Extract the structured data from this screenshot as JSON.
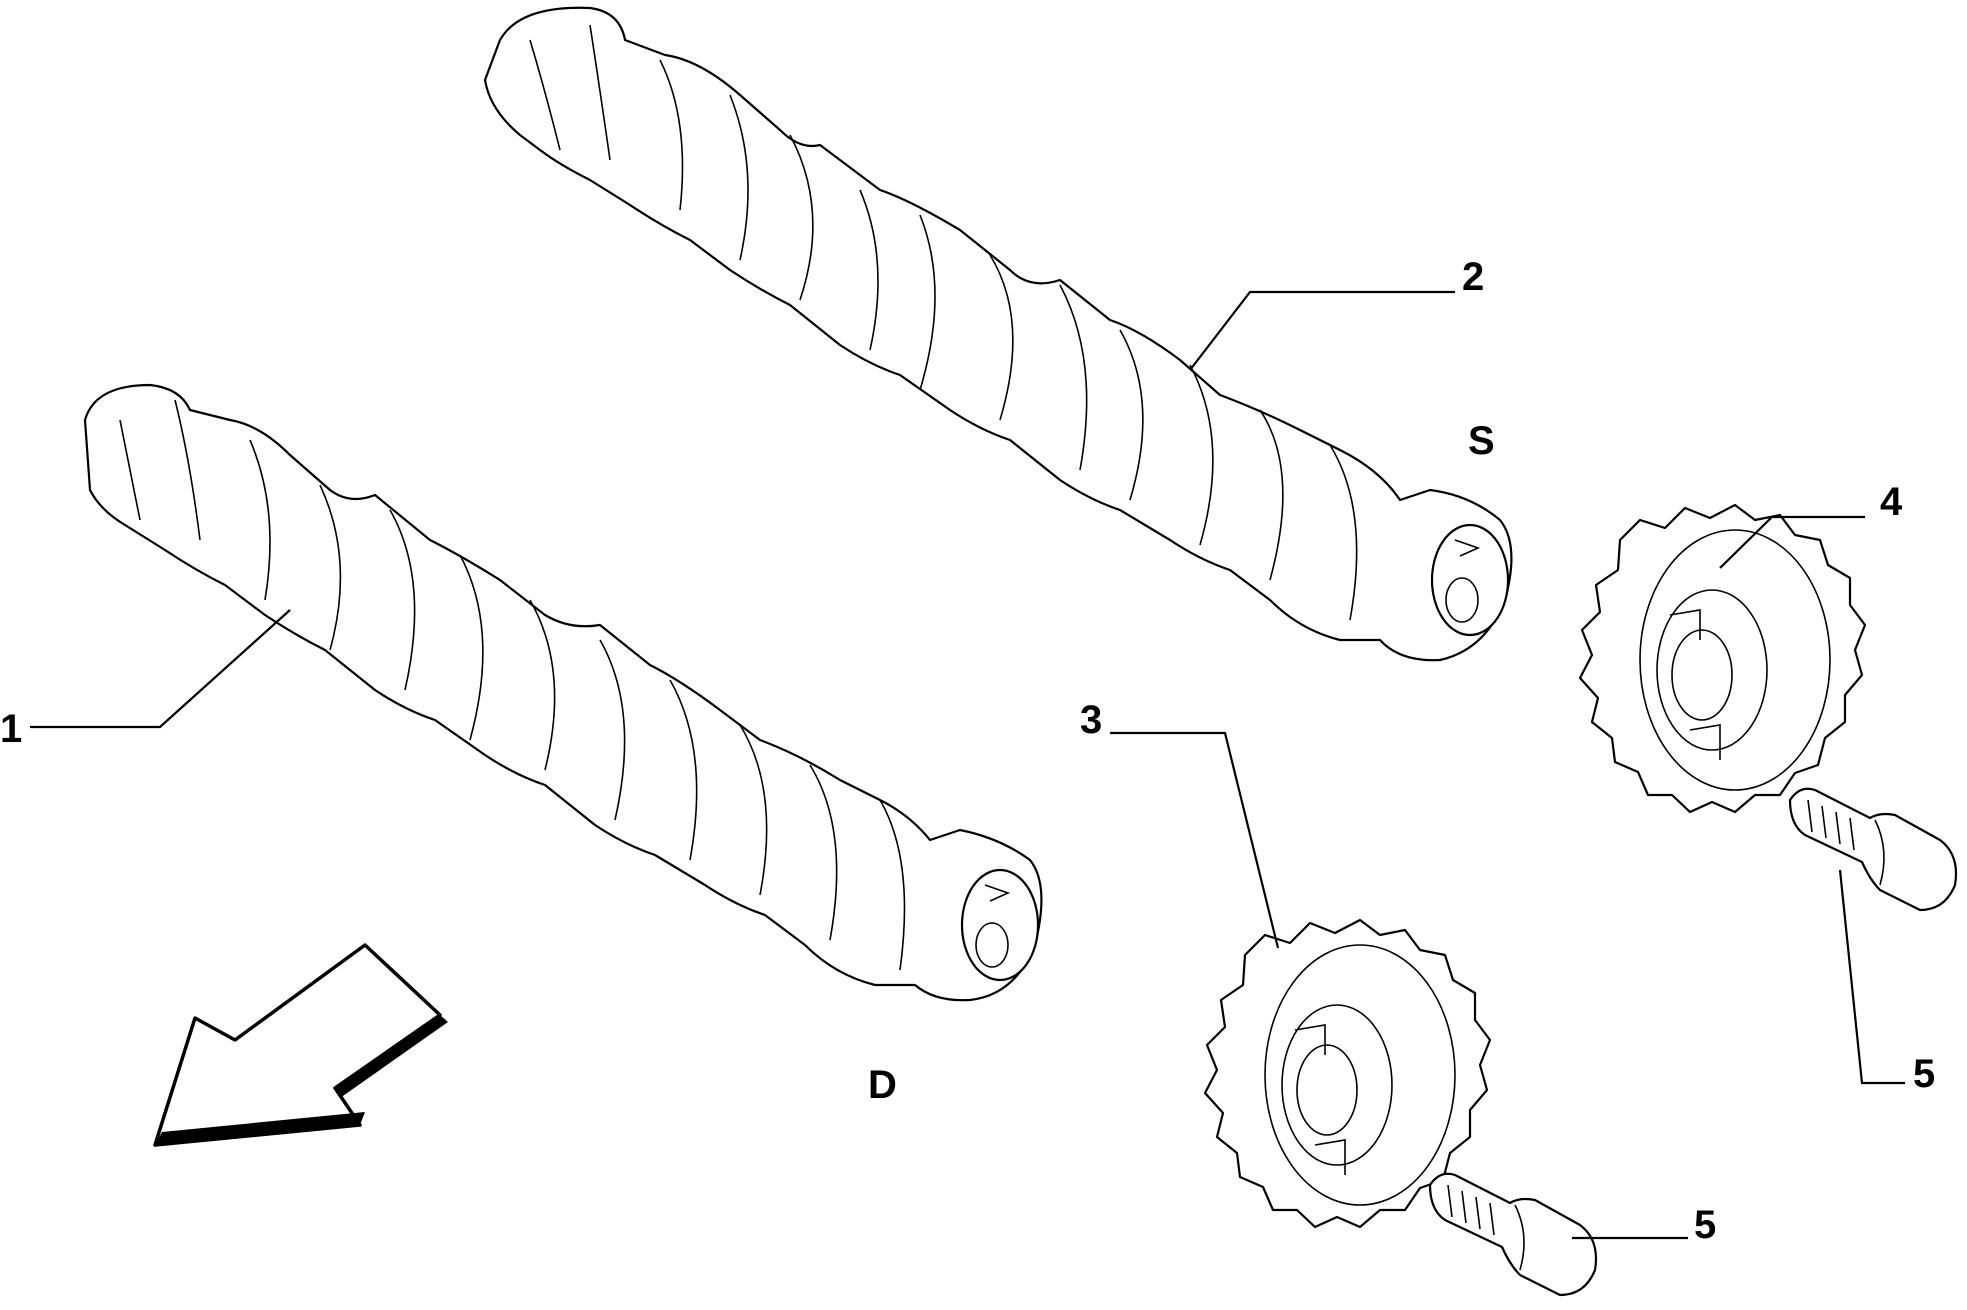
{
  "callouts": [
    {
      "id": "1",
      "label": "1"
    },
    {
      "id": "2",
      "label": "2"
    },
    {
      "id": "3",
      "label": "3"
    },
    {
      "id": "4",
      "label": "4"
    },
    {
      "id": "5a",
      "label": "5"
    },
    {
      "id": "5b",
      "label": "5"
    }
  ],
  "side_labels": {
    "exhaust": "S",
    "intake": "D"
  },
  "parts": [
    {
      "callout": "1",
      "part": "camshaft"
    },
    {
      "callout": "2",
      "part": "camshaft"
    },
    {
      "callout": "3",
      "part": "camshaft-gear"
    },
    {
      "callout": "4",
      "part": "camshaft-gear"
    },
    {
      "callout": "5",
      "part": "gear-bolt"
    }
  ]
}
